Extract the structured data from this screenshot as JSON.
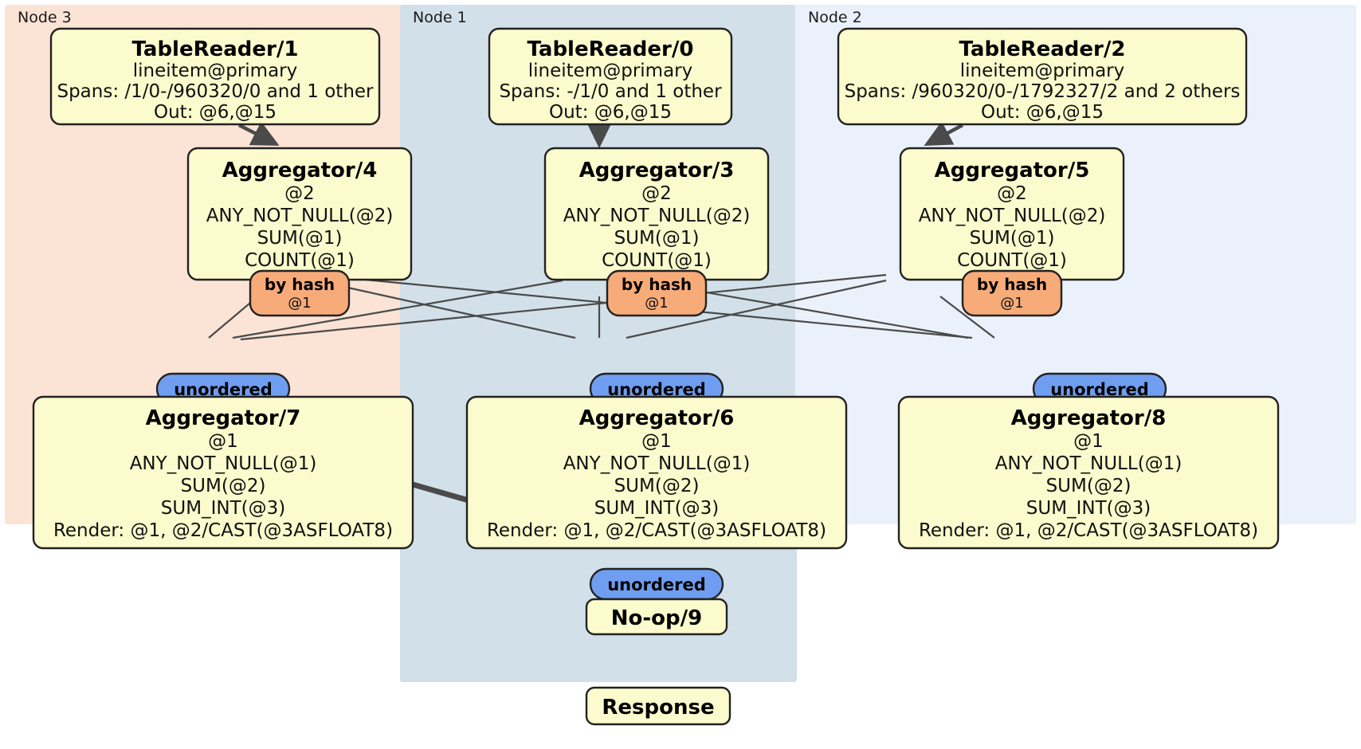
{
  "diagram": {
    "title": "Distributed SQL query physical plan",
    "colors": {
      "region_node3": "#fbe3d5",
      "region_node1": "#d2e0ea",
      "region_node2": "#ebf1fb",
      "processor_fill": "#fbfbcd",
      "processor_stroke": "#222222",
      "by_hash_fill": "#f7ab79",
      "unordered_fill": "#6f9ef0",
      "edge_color": "#4a4a4a"
    },
    "regions": [
      {
        "id": "node3",
        "label": "Node 3"
      },
      {
        "id": "node1",
        "label": "Node 1"
      },
      {
        "id": "node2",
        "label": "Node 2"
      }
    ],
    "processors": [
      {
        "id": "tablereader1",
        "title": "TableReader/1",
        "lines": [
          "lineitem@primary",
          "Spans: /1/0-/960320/0 and 1 other",
          "Out: @6,@15"
        ]
      },
      {
        "id": "tablereader0",
        "title": "TableReader/0",
        "lines": [
          "lineitem@primary",
          "Spans: -/1/0 and 1 other",
          "Out: @6,@15"
        ]
      },
      {
        "id": "tablereader2",
        "title": "TableReader/2",
        "lines": [
          "lineitem@primary",
          "Spans: /960320/0-/1792327/2 and 2 others",
          "Out: @6,@15"
        ]
      },
      {
        "id": "aggregator4",
        "title": "Aggregator/4",
        "lines": [
          "@2",
          "ANY_NOT_NULL(@2)",
          "SUM(@1)",
          "COUNT(@1)"
        ]
      },
      {
        "id": "aggregator3",
        "title": "Aggregator/3",
        "lines": [
          "@2",
          "ANY_NOT_NULL(@2)",
          "SUM(@1)",
          "COUNT(@1)"
        ]
      },
      {
        "id": "aggregator5",
        "title": "Aggregator/5",
        "lines": [
          "@2",
          "ANY_NOT_NULL(@2)",
          "SUM(@1)",
          "COUNT(@1)"
        ]
      },
      {
        "id": "aggregator7",
        "title": "Aggregator/7",
        "lines": [
          "@1",
          "ANY_NOT_NULL(@1)",
          "SUM(@2)",
          "SUM_INT(@3)",
          "Render: @1, @2/CAST(@3ASFLOAT8)"
        ]
      },
      {
        "id": "aggregator6",
        "title": "Aggregator/6",
        "lines": [
          "@1",
          "ANY_NOT_NULL(@1)",
          "SUM(@2)",
          "SUM_INT(@3)",
          "Render: @1, @2/CAST(@3ASFLOAT8)"
        ]
      },
      {
        "id": "aggregator8",
        "title": "Aggregator/8",
        "lines": [
          "@1",
          "ANY_NOT_NULL(@1)",
          "SUM(@2)",
          "SUM_INT(@3)",
          "Render: @1, @2/CAST(@3ASFLOAT8)"
        ]
      },
      {
        "id": "noop9",
        "title": "No-op/9",
        "lines": []
      },
      {
        "id": "response",
        "title": "Response",
        "lines": []
      }
    ],
    "routers": [
      {
        "id": "byhash-left",
        "label": "by hash",
        "sub": "@1"
      },
      {
        "id": "byhash-center",
        "label": "by hash",
        "sub": "@1"
      },
      {
        "id": "byhash-right",
        "label": "by hash",
        "sub": "@1"
      }
    ],
    "synchronizers": [
      {
        "id": "unordered-left",
        "label": "unordered"
      },
      {
        "id": "unordered-center",
        "label": "unordered"
      },
      {
        "id": "unordered-right",
        "label": "unordered"
      },
      {
        "id": "unordered-final",
        "label": "unordered"
      }
    ]
  }
}
